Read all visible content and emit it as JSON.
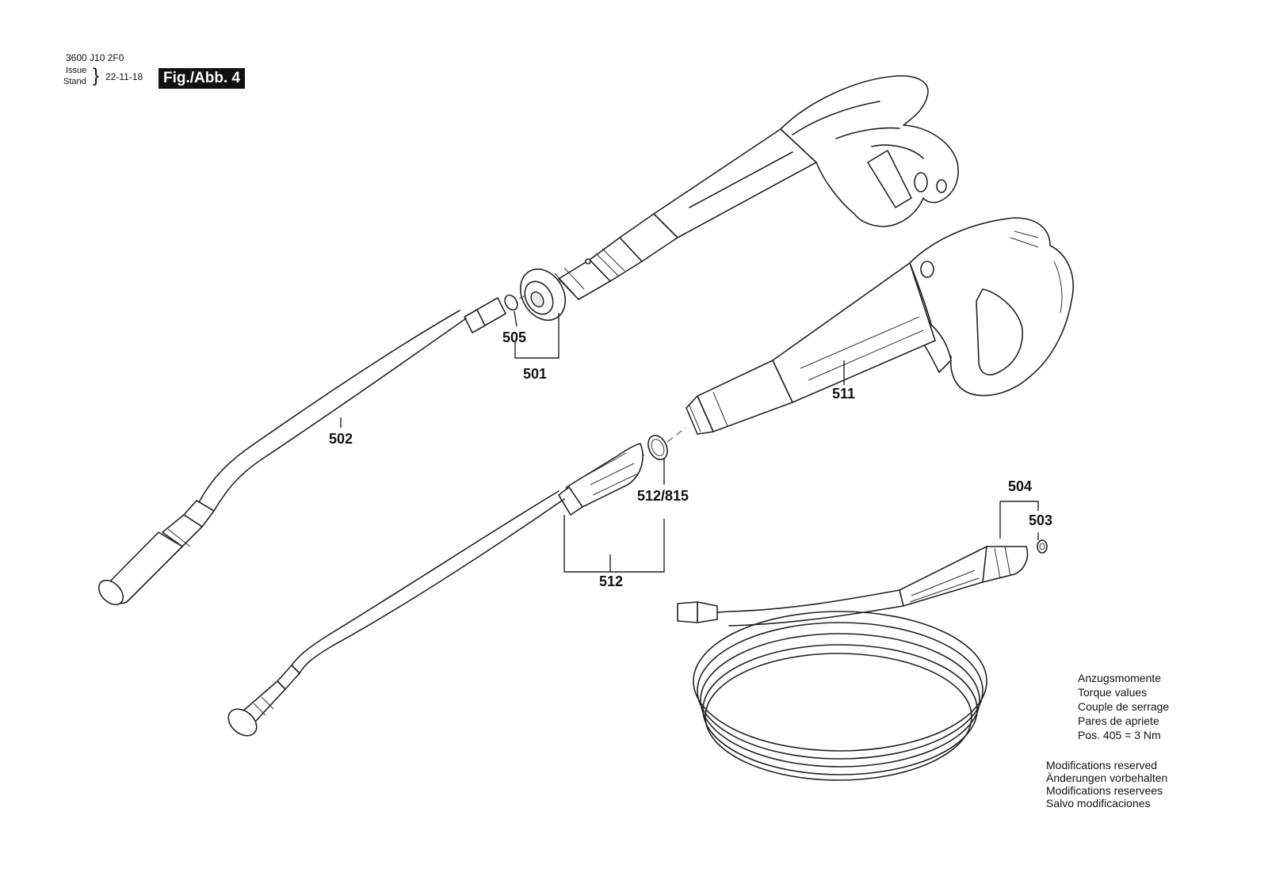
{
  "header": {
    "doc_number": "3600 J10 2F0",
    "issue_label": "Issue",
    "stand_label": "Stand",
    "brace": "}",
    "date": "22-11-18",
    "figure_label": "Fig./Abb. 4"
  },
  "callouts": {
    "p501": "501",
    "p502": "502",
    "p503": "503",
    "p504": "504",
    "p505": "505",
    "p511": "511",
    "p512": "512",
    "p512_815": "512/815"
  },
  "torque_note": {
    "line1": "Anzugsmomente",
    "line2": "Torque values",
    "line3": "Couple de serrage",
    "line4": "Pares de apriete",
    "line5": "Pos. 405 = 3 Nm"
  },
  "modifications_note": {
    "line1": "Modifications reserved",
    "line2": "Änderungen vorbehalten",
    "line3": "Modifications reservees",
    "line4": "Salvo modificaciones"
  }
}
